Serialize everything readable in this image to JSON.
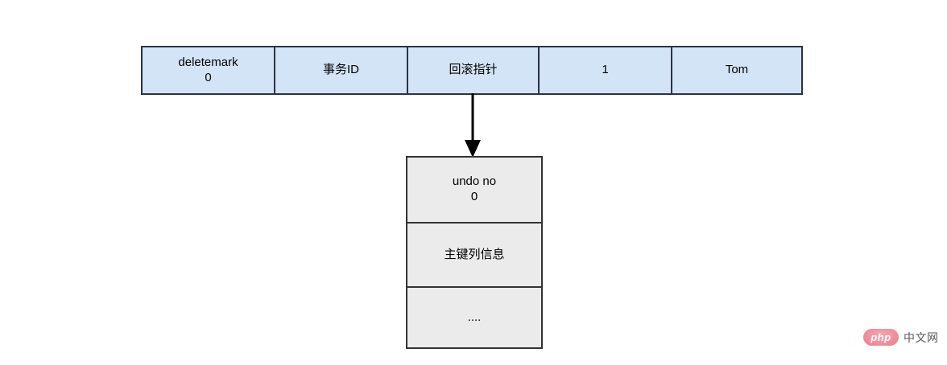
{
  "diagram": {
    "record_row": {
      "fill_color": "#d4e4f7",
      "border_color": "#2a3440",
      "cells": [
        {
          "label": "deletemark",
          "value": "0"
        },
        {
          "label": "事务ID",
          "value": ""
        },
        {
          "label": "回滚指针",
          "value": ""
        },
        {
          "label": "1",
          "value": ""
        },
        {
          "label": "Tom",
          "value": ""
        }
      ]
    },
    "connector": {
      "name": "rollback-pointer-arrow",
      "direction": "down",
      "color": "#000000"
    },
    "undo_box": {
      "fill_color": "#ebebeb",
      "border_color": "#333333",
      "cells": [
        {
          "label": "undo no",
          "value": "0"
        },
        {
          "label": "主键列信息",
          "value": ""
        },
        {
          "label": "....",
          "value": ""
        }
      ]
    }
  },
  "watermark": {
    "logo_text": "php",
    "site_text": "中文网",
    "logo_color": "#e8727f"
  }
}
